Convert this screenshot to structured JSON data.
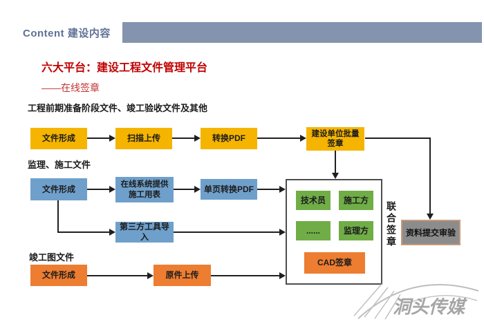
{
  "header": {
    "tab_label": "Content 建设内容"
  },
  "headings": {
    "title": "六大平台：建设工程文件管理平台",
    "subtitle": "——在线签章"
  },
  "flow": {
    "row1": {
      "section_label": "工程前期准备阶段文件、竣工验收文件及其他",
      "steps": [
        "文件形成",
        "扫描上传",
        "转换PDF",
        "建设单位批量签章"
      ]
    },
    "row2": {
      "section_label": "监理、施工文件",
      "steps": [
        "文件形成",
        "在线系统提供施工用表",
        "单页转换PDF"
      ],
      "alt_step": "第三方工具导入"
    },
    "row3": {
      "section_label": "竣工图文件",
      "steps": [
        "文件形成",
        "原件上传"
      ]
    },
    "joint": {
      "vertical_label": "联合签章",
      "roles": [
        "技术员",
        "施工方",
        "......",
        "监理方"
      ],
      "cad_step": "CAD签章"
    },
    "final_step": "资料提交审验"
  },
  "watermark": {
    "text": "洞头传媒"
  },
  "colors": {
    "gold": "#F5B400",
    "blue": "#6FA0CB",
    "green": "#70AD47",
    "orange": "#ED7D31",
    "final_fill": "#8C8C8C",
    "final_border": "#C69A7B",
    "header_bar": "#8494AE",
    "header_text": "#5E7195",
    "title_red": "#C00000",
    "connector": "#1F1F1F"
  }
}
